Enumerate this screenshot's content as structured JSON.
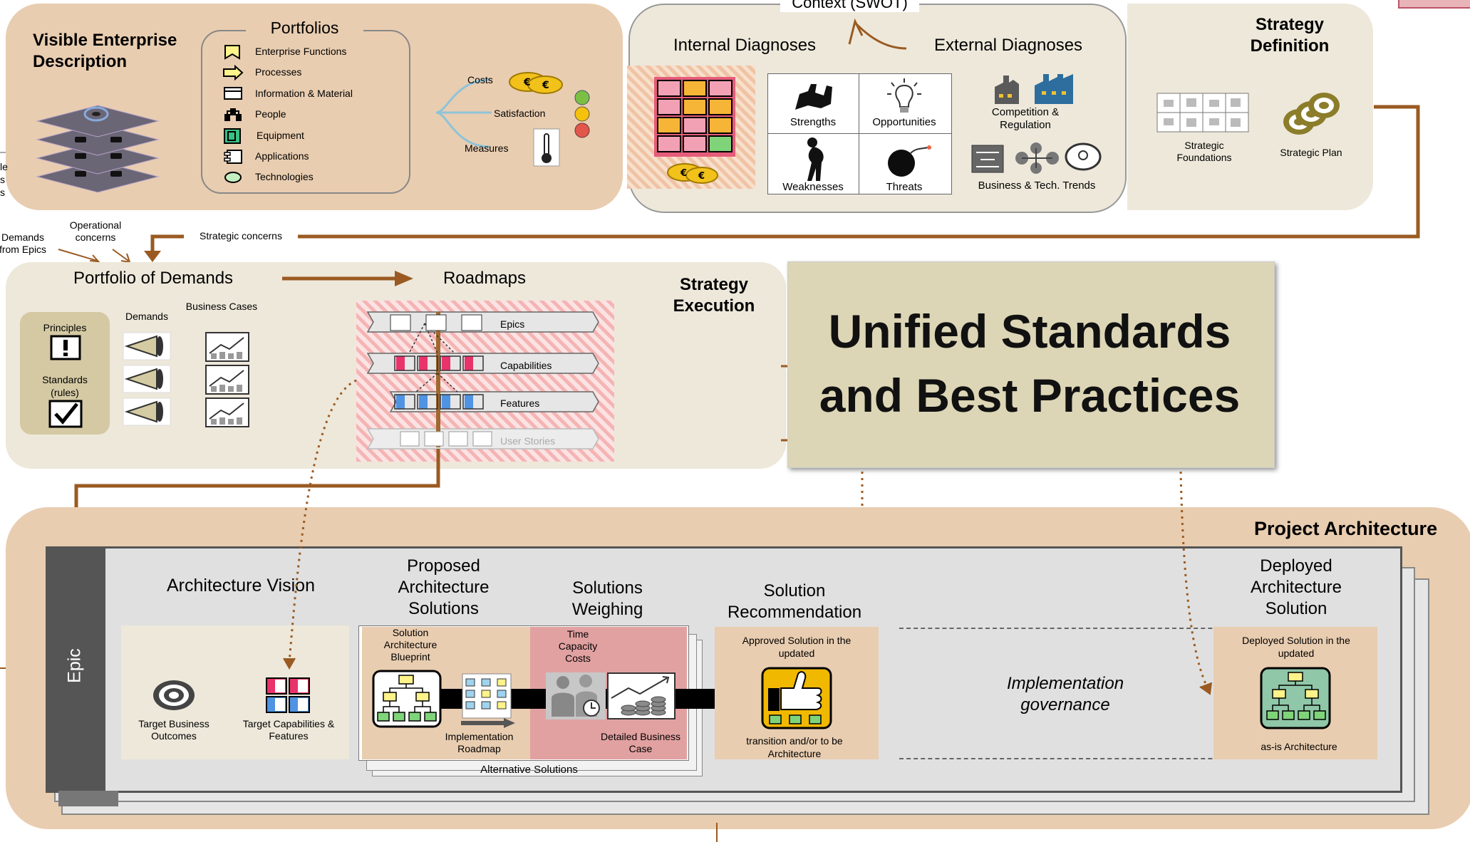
{
  "top": {
    "context_label": "Context (SWOT)",
    "visible_enterprise": "Visible Enterprise Description",
    "portfolios_title": "Portfolios",
    "portfolio_items": [
      "Enterprise Functions",
      "Processes",
      "Information & Material",
      "People",
      "Equipment",
      "Applications",
      "Technologies"
    ],
    "costs": "Costs",
    "satisfaction": "Satisfaction",
    "measures": "Measures",
    "internal_diagnoses": "Internal Diagnoses",
    "external_diagnoses": "External Diagnoses",
    "strengths": "Strengths",
    "opportunities": "Opportunities",
    "weaknesses": "Weaknesses",
    "threats": "Threats",
    "competition": "Competition & Regulation",
    "trends": "Business & Tech. Trends",
    "strategy_definition": "Strategy Definition",
    "strategic_foundations": "Strategic Foundations",
    "strategic_plan": "Strategic Plan",
    "left_clip": [
      "le",
      "s",
      "s"
    ]
  },
  "middle": {
    "demands_from_epics": "Demands from Epics",
    "operational_concerns": "Operational concerns",
    "strategic_concerns": "Strategic concerns",
    "portfolio_of_demands": "Portfolio of Demands",
    "roadmaps": "Roadmaps",
    "strategy_execution": "Strategy Execution",
    "principles": "Principles",
    "standards_rules": "Standards (rules)",
    "demands": "Demands",
    "business_cases": "Business Cases",
    "epics": "Epics",
    "capabilities": "Capabilities",
    "features": "Features",
    "user_stories": "User Stories",
    "unified_title": "Unified Standards and Best Practices"
  },
  "bottom": {
    "project_architecture": "Project Architecture",
    "epic": "Epic",
    "architecture_vision": "Architecture Vision",
    "target_business_outcomes": "Target Business Outcomes",
    "target_capabilities": "Target Capabilities & Features",
    "proposed": "Proposed Architecture Solutions",
    "solution_blueprint": "Solution Architecture Blueprint",
    "implementation_roadmap": "Implementation Roadmap",
    "solutions_weighing": "Solutions Weighing",
    "time_capacity_costs": "Time Capacity Costs",
    "detailed_business_case": "Detailed Business Case",
    "alternative_solutions": "Alternative Solutions",
    "solution_recommendation": "Solution Recommendation",
    "approved_solution": "Approved Solution in the updated",
    "transition_architecture": "transition and/or to be Architecture",
    "implementation_governance": "Implementation governance",
    "deployed": "Deployed Architecture Solution",
    "deployed_solution": "Deployed Solution in the updated",
    "as_is": "as-is Architecture"
  },
  "colors": {
    "tan": "#e9cdb0",
    "cream": "#ede8da",
    "brown_arrow": "#9a5a21",
    "unified_bg": "#dcd6b6",
    "pink_box": "#e2a1a1",
    "gray_panel": "#e0e0e0",
    "epic_bar": "#555555"
  }
}
